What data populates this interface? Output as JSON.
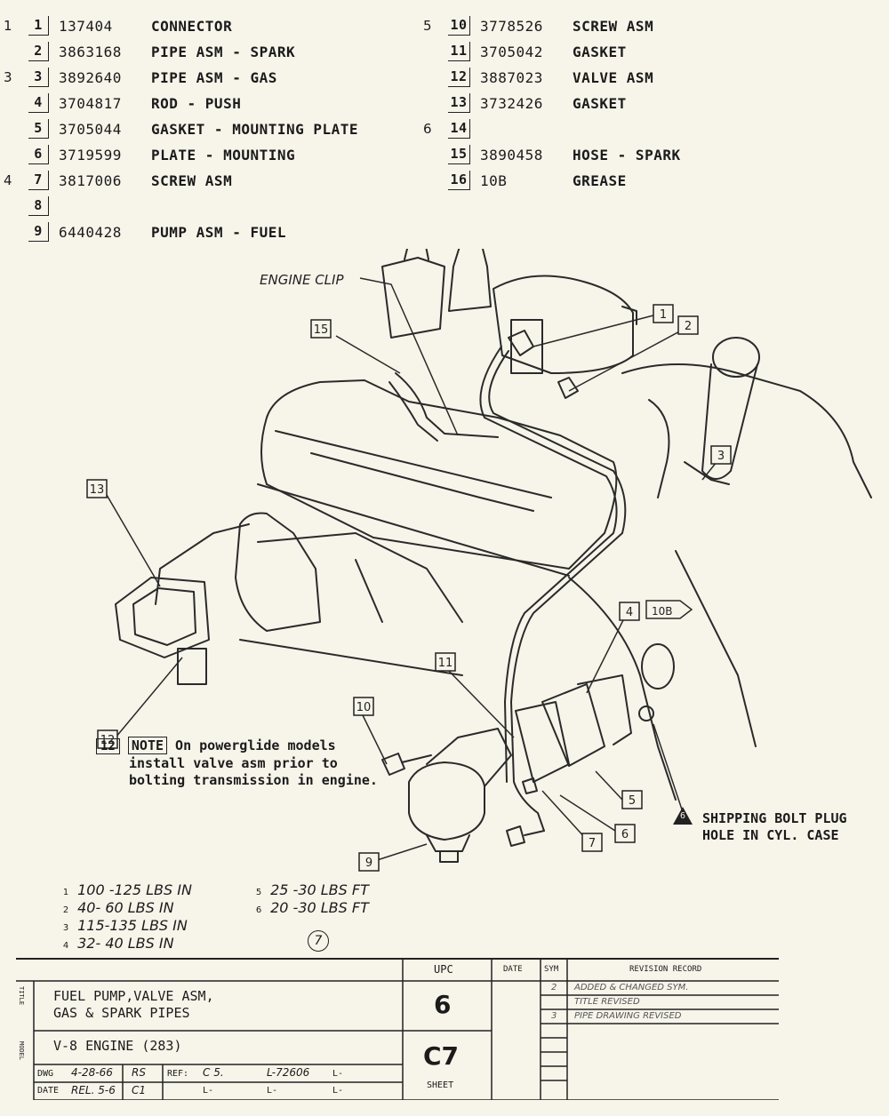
{
  "parts_left": [
    {
      "torque": "1",
      "num": "1",
      "part": "137404",
      "desc": "CONNECTOR"
    },
    {
      "torque": "",
      "num": "2",
      "part": "3863168",
      "desc": "PIPE ASM - SPARK"
    },
    {
      "torque": "3",
      "num": "3",
      "part": "3892640",
      "desc": "PIPE ASM - GAS"
    },
    {
      "torque": "",
      "num": "4",
      "part": "3704817",
      "desc": "ROD - PUSH"
    },
    {
      "torque": "",
      "num": "5",
      "part": "3705044",
      "desc": "GASKET - MOUNTING PLATE"
    },
    {
      "torque": "",
      "num": "6",
      "part": "3719599",
      "desc": "PLATE - MOUNTING"
    },
    {
      "torque": "4",
      "num": "7",
      "part": "3817006",
      "desc": "SCREW ASM"
    },
    {
      "torque": "",
      "num": "8",
      "part": "",
      "desc": ""
    },
    {
      "torque": "",
      "num": "9",
      "part": "6440428",
      "desc": "PUMP ASM - FUEL"
    }
  ],
  "parts_right": [
    {
      "torque": "5",
      "num": "10",
      "part": "3778526",
      "desc": "SCREW ASM"
    },
    {
      "torque": "",
      "num": "11",
      "part": "3705042",
      "desc": "GASKET"
    },
    {
      "torque": "",
      "num": "12",
      "part": "3887023",
      "desc": "VALVE ASM"
    },
    {
      "torque": "",
      "num": "13",
      "part": "3732426",
      "desc": "GASKET"
    },
    {
      "torque": "6",
      "num": "14",
      "part": "",
      "desc": ""
    },
    {
      "torque": "",
      "num": "15",
      "part": "3890458",
      "desc": "HOSE - SPARK"
    },
    {
      "torque": "",
      "num": "16",
      "part": "10B",
      "desc": "GREASE"
    }
  ],
  "diagram": {
    "engine_clip": "ENGINE CLIP",
    "callouts": [
      "1",
      "2",
      "3",
      "4",
      "5",
      "6",
      "7",
      "9",
      "10",
      "11",
      "12",
      "13",
      "15"
    ],
    "grease_tag": "10B",
    "note_tag": "NOTE",
    "note_text": [
      "On powerglide models",
      "install valve asm prior to",
      "bolting transmission in engine."
    ],
    "shipping_tag": "6",
    "shipping_text": [
      "SHIPPING BOLT PLUG",
      "HOLE IN CYL. CASE"
    ]
  },
  "torque_specs": [
    {
      "mark": "1",
      "text": "100 -125 LBS IN"
    },
    {
      "mark": "2",
      "text": "40- 60 LBS IN"
    },
    {
      "mark": "3",
      "text": "115-135 LBS IN"
    },
    {
      "mark": "4",
      "text": "32- 40 LBS IN"
    },
    {
      "mark": "5",
      "text": "25 -30 LBS FT"
    },
    {
      "mark": "6",
      "text": "20 -30 LBS FT"
    }
  ],
  "circle_mark": "7",
  "title_block": {
    "upc_label": "UPC",
    "date_label": "DATE",
    "sym_label": "SYM",
    "revision_label": "REVISION RECORD",
    "title_line1": "FUEL PUMP,VALVE ASM,",
    "title_line2": "GAS & SPARK PIPES",
    "model": "V-8 ENGINE (283)",
    "upc": "6",
    "sheet_code": "C7",
    "sheet_label": "SHEET",
    "dwg_label": "DWG",
    "dwg_date": "4-28-66",
    "dwg_init": "RS",
    "ref_label": "REF:",
    "ref_val": "C 5.",
    "ref_no": "L-72606",
    "date_label2": "DATE",
    "date_val": "REL. 5-6",
    "date_init": "C1",
    "l_marks": [
      "L-",
      "L-",
      "L-",
      "L-"
    ],
    "side_title": "TITLE",
    "side_model": "MODEL",
    "revisions": [
      {
        "sym": "2",
        "text": "ADDED & CHANGED SYM."
      },
      {
        "sym": "",
        "text": "TITLE REVISED"
      },
      {
        "sym": "3",
        "text": "PIPE DRAWING REVISED"
      }
    ]
  }
}
